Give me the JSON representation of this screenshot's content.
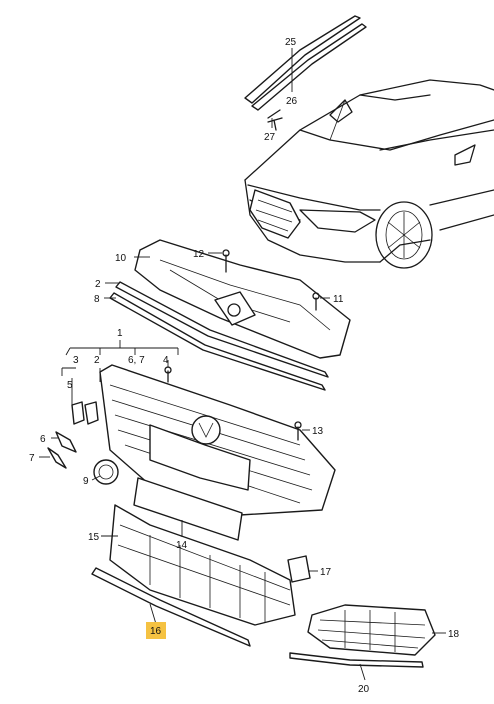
{
  "callouts": {
    "c1": "1",
    "c2a": "2",
    "c2b": "2",
    "c3": "3",
    "c4": "4",
    "c5": "5",
    "c6": "6",
    "c67": "6, 7",
    "c7": "7",
    "c8": "8",
    "c9": "9",
    "c10": "10",
    "c11": "11",
    "c12": "12",
    "c13": "13",
    "c14": "14",
    "c15": "15",
    "c16": "16",
    "c17": "17",
    "c18": "18",
    "c20": "20",
    "c25": "25",
    "c26": "26",
    "c27": "27"
  },
  "colors": {
    "highlight": "#f5c242",
    "line": "#1a1a1a"
  },
  "highlighted_part": "16"
}
